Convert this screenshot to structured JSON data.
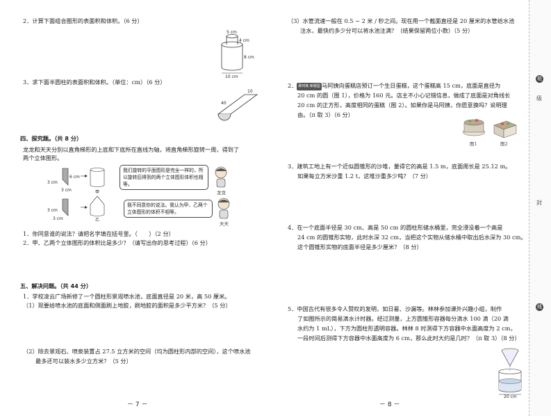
{
  "left": {
    "q2": "2．计算下面组合图形的表面积和体积。（6 分）",
    "q2_fig": {
      "top_d": "5 cm",
      "top_h": "4 cm",
      "bottom_h": "8 cm",
      "bottom_d": "10 cm"
    },
    "q3": "3．求下面半圆柱的表面积和体积。（单位：cm）（6 分）",
    "q3_fig": {
      "length": "40",
      "diameter": "10"
    },
    "sec4": "四、探究题。（共 8 分）",
    "sec4_intro_1": "龙龙和天天分别以直角梯形的上底和下底所在直线为轴，将直角梯形旋转一周，得到了",
    "sec4_intro_2": "两个立体图形。",
    "trap_fig": {
      "h": "3 cm",
      "long": "6 cm",
      "short": "3 cm",
      "label_a": "甲",
      "label_b": "乙"
    },
    "bubble_long": "我们旋转的平面图形是完全一样的，所以旋转后得到的两个立体图形体积也相等。",
    "name_long": "龙龙",
    "bubble_tian": "我不同意你的说法。我认为甲、乙两个立体图形的体积不相等。",
    "name_tian": "天天",
    "sec4_q1": "1．你同意谁的说法？请把名字填在括号里。（　　）（2 分）",
    "sec4_q2": "2．甲、乙两个立体图形的体积比是多少？（请写出你的思考过程）（6 分）",
    "sec5": "五、解决问题。（共 44 分）",
    "sec5_1": "1．学校凌云广场新修了一个圆柱形景观喷水池，底面直径是 20 米，高 50 厘米。",
    "sec5_1_1": "（1）现要给喷水池的底面和侧面刷上地胶，刷地胶的面积是多少平方米？（5 分）",
    "sec5_1_2a": "（2）除去景观石、喷泉装置占 27.5 立方米的空间（均为圆柱形内部的空间），这个喷水池",
    "sec5_1_2b": "最多还可以装水多少立方米？（5 分）",
    "page_num": "－ 7 －"
  },
  "right": {
    "q3a": "（3）水管流速一般在 0.5 ~ 2 米 / 秒之间。现在用一个截面直径是 20 厘米的水管给水池",
    "q3b": "注水，最快约多少分可以将水池注满？（结果保留两位小数）（5 分）",
    "q2_num": "2．",
    "q2_tag": "即时练·新题型",
    "q2a": "马阿姨向蛋糕店预订一个生日蛋糕，这个蛋糕高 15 cm，底面是直径为",
    "q2b": "20 cm 的圆（图 1），价格为 160 元。店主不小心记错信息，做成了底面是对角线长",
    "q2c": "20 cm 的正方形，高度相同的蛋糕（图 2）。如果你是马阿姨，你愿意换吗？说明理",
    "q2d": "由。（π 取 3）（6 分）",
    "fig1": "图1",
    "fig2": "图2",
    "q3_a": "3．建筑工地上有一个近似圆锥形的沙堆，量得它的高是 1.5 m，底面周长是 25.12 m。",
    "q3_b": "如果每立方米沙重 1.2 t，这堆沙重多少吨？（7 分）",
    "q4_a": "4．在一个底面半径是 30 cm、高是 50 cm 的圆柱形储水桶里，完全浸没着一个高是",
    "q4_b": "24 cm 的圆锥形实物，此时水深 32 cm，当把这个实物从储水桶中取出后水深为 30 cm。",
    "q4_c": "这个圆锥形实物的底面半径是多少厘米？（8 分）",
    "q5_a": "5．中国古代有很多令人赞叹的发明，如日晷、沙漏等。林林参加课外兴趣小组，制作",
    "q5_b": "了如图所示的简易滴水计时器。经过测量，上方圆锥形容器每分滴水 100 滴（20 滴",
    "q5_c": "水约为 1 mL），下方为圆柱形透明容器。林林 8 时测得下方容器中水面高度为 2 cm，",
    "q5_d": "一段时间后测得下方容器中水面高度为 6 cm，那么此时大约是几时？（π 取 3）（8 分）",
    "q5_fig": "20 cm",
    "page_num": "－ 8 －"
  },
  "gutter": {
    "mark1": "班",
    "mark2": "级",
    "mark3": "封",
    "mark4": "线"
  }
}
